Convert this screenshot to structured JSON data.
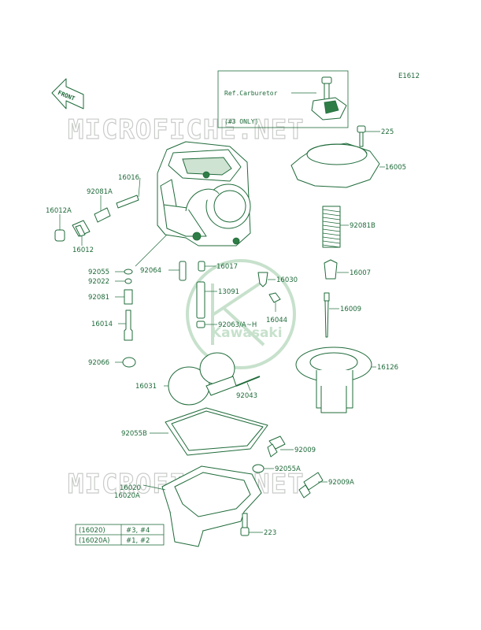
{
  "diagram_id": "E1612",
  "front_label": "FRONT",
  "ref_box": {
    "title": "Ref.Carburetor",
    "note": "(#3 ONLY)"
  },
  "watermark": {
    "text": "MICROFICHE.NET",
    "logo_text": "Kawasaki"
  },
  "parts": [
    {
      "id": "p225",
      "label": "225"
    },
    {
      "id": "p16005",
      "label": "16005"
    },
    {
      "id": "p16016",
      "label": "16016"
    },
    {
      "id": "p92081A",
      "label": "92081A"
    },
    {
      "id": "p16012A",
      "label": "16012A"
    },
    {
      "id": "p16012",
      "label": "16012"
    },
    {
      "id": "p92081B",
      "label": "92081B"
    },
    {
      "id": "p92055",
      "label": "92055"
    },
    {
      "id": "p92064",
      "label": "92064"
    },
    {
      "id": "p16017",
      "label": "16017"
    },
    {
      "id": "p16007",
      "label": "16007"
    },
    {
      "id": "p92022",
      "label": "92022"
    },
    {
      "id": "p16030",
      "label": "16030"
    },
    {
      "id": "p92081",
      "label": "92081"
    },
    {
      "id": "p13091",
      "label": "13091"
    },
    {
      "id": "p16009",
      "label": "16009"
    },
    {
      "id": "p16044",
      "label": "16044"
    },
    {
      "id": "p16014",
      "label": "16014"
    },
    {
      "id": "p92063",
      "label": "92063/A~H"
    },
    {
      "id": "p16126",
      "label": "16126"
    },
    {
      "id": "p92066",
      "label": "92066"
    },
    {
      "id": "p16031",
      "label": "16031"
    },
    {
      "id": "p92043",
      "label": "92043"
    },
    {
      "id": "p92055B",
      "label": "92055B"
    },
    {
      "id": "p92009",
      "label": "92009"
    },
    {
      "id": "p92055A",
      "label": "92055A"
    },
    {
      "id": "p16020",
      "label": "16020"
    },
    {
      "id": "p16020A",
      "label": "16020A"
    },
    {
      "id": "p92009A",
      "label": "92009A"
    },
    {
      "id": "p223",
      "label": "223"
    }
  ],
  "legend_table": [
    {
      "part": "(16020)",
      "applies": "#3, #4"
    },
    {
      "part": "(16020A)",
      "applies": "#1, #2"
    }
  ]
}
